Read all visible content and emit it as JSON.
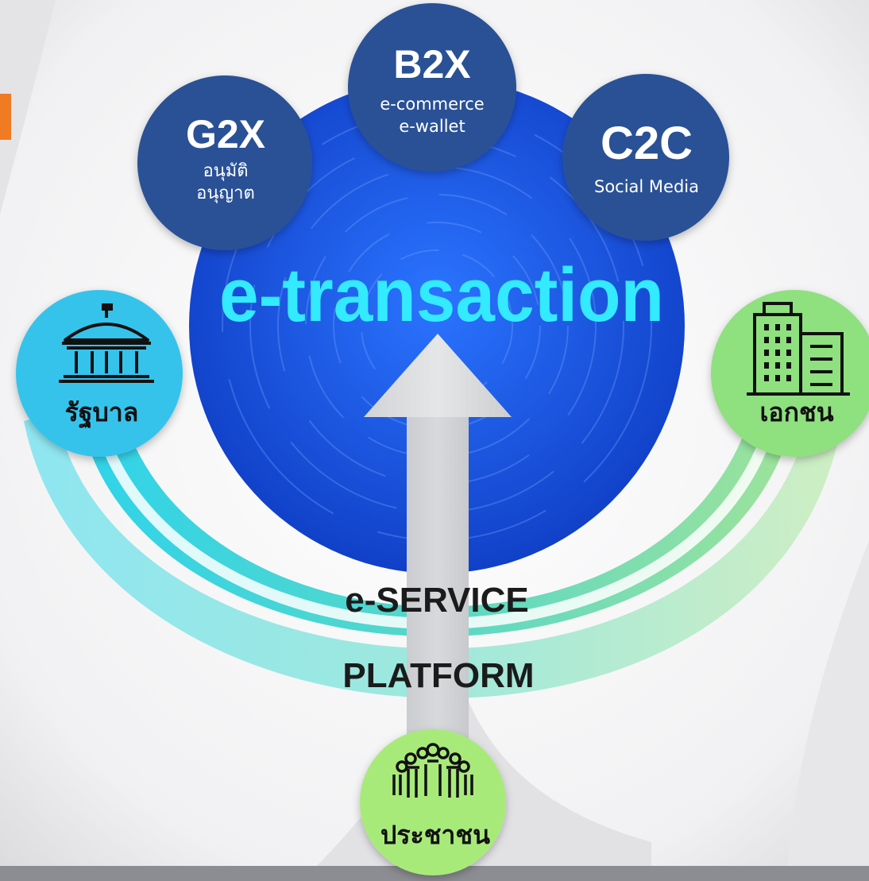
{
  "diagram": {
    "center_label": "e-transaction",
    "top_nodes": [
      {
        "title": "G2X",
        "lines": [
          "อนุมัติ",
          "อนุญาต"
        ]
      },
      {
        "title": "B2X",
        "lines": [
          "e-commerce",
          "e-wallet"
        ]
      },
      {
        "title": "C2C",
        "lines": [
          "Social Media"
        ]
      }
    ],
    "side_nodes": {
      "government": {
        "label": "รัฐบาล",
        "icon": "government-building-icon"
      },
      "private": {
        "label": "เอกชน",
        "icon": "office-building-icon"
      },
      "citizens": {
        "label": "ประชาชน",
        "icon": "people-group-icon"
      }
    },
    "band_labels": {
      "service": "e-SERVICE",
      "platform": "PLATFORM"
    },
    "colors": {
      "center_circle": "#1a5de6",
      "center_text": "#33eaff",
      "top_node": "#2c5196",
      "government_node": "#36c3ec",
      "private_node": "#8fe07f",
      "citizens_node": "#a8ea7a",
      "accent_orange": "#f07b22",
      "arrow": "#c8c8c8"
    }
  }
}
